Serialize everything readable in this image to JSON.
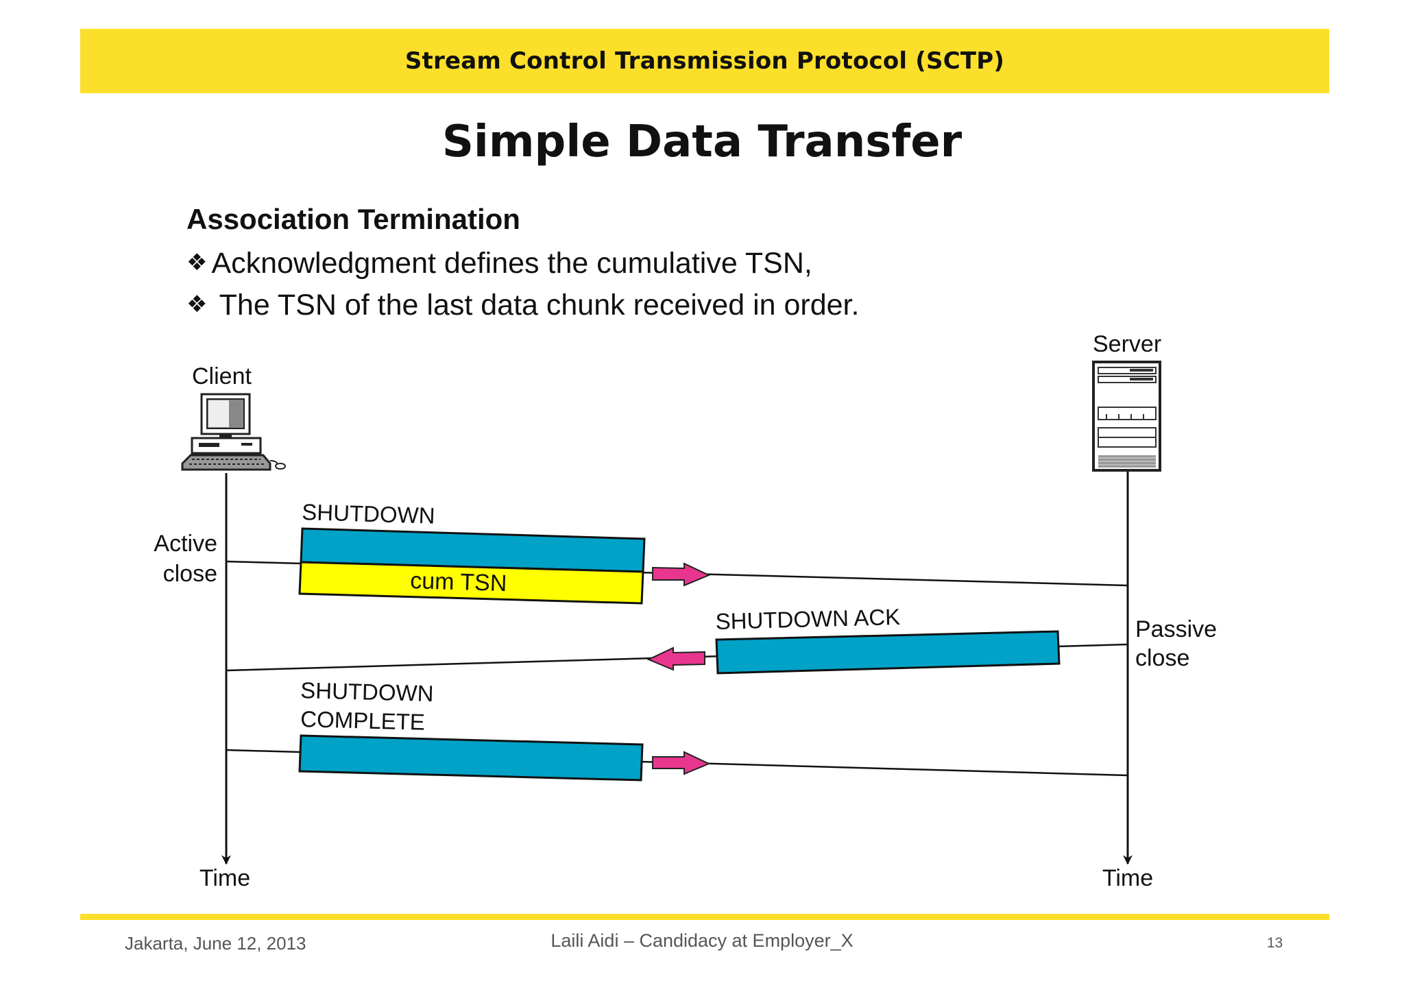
{
  "header": {
    "title": "Stream Control Transmission Protocol (SCTP)"
  },
  "slide": {
    "title": "Simple Data Transfer",
    "heading": "Association Termination",
    "bullets": [
      "Acknowledgment defines the cumulative TSN,",
      " The TSN of the last data chunk received in order."
    ],
    "bullet_glyph": "❖"
  },
  "diagram": {
    "client_label": "Client",
    "server_label": "Server",
    "client_time_label": "Time",
    "server_time_label": "Time",
    "active_close": [
      "Active",
      "close"
    ],
    "passive_close": [
      "Passive",
      "close"
    ],
    "messages": {
      "shutdown": {
        "label": "SHUTDOWN",
        "field": "cum TSN"
      },
      "shutdown_ack": {
        "label": "SHUTDOWN ACK"
      },
      "shutdown_complete": {
        "label": [
          "SHUTDOWN",
          "COMPLETE"
        ]
      }
    },
    "colors": {
      "chunk": "#00a2c8",
      "field": "#ffff00",
      "arrow": "#e8368f"
    }
  },
  "footer": {
    "location_date": "Jakarta, June 12, 2013",
    "author": "Laili Aidi – Candidacy at Employer_X",
    "page_number": "13"
  }
}
